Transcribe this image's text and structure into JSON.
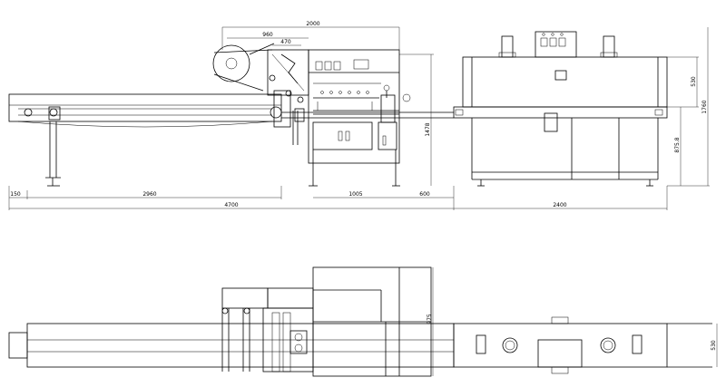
{
  "front_view": {
    "dims": {
      "overall_wrapper_width": "2000",
      "film_roll_width": "960",
      "film_roll_offset": "470",
      "infeed_left": "150",
      "infeed_length": "2960",
      "sealer_width": "1005",
      "gap": "600",
      "total_length": "4700",
      "tunnel_length": "2400",
      "sealer_height": "1478",
      "tunnel_top": "530",
      "tunnel_leg": "875.8",
      "tunnel_height": "1760"
    }
  },
  "top_view": {
    "dims": {
      "sealer_depth": "975",
      "tunnel_width": "530"
    }
  }
}
